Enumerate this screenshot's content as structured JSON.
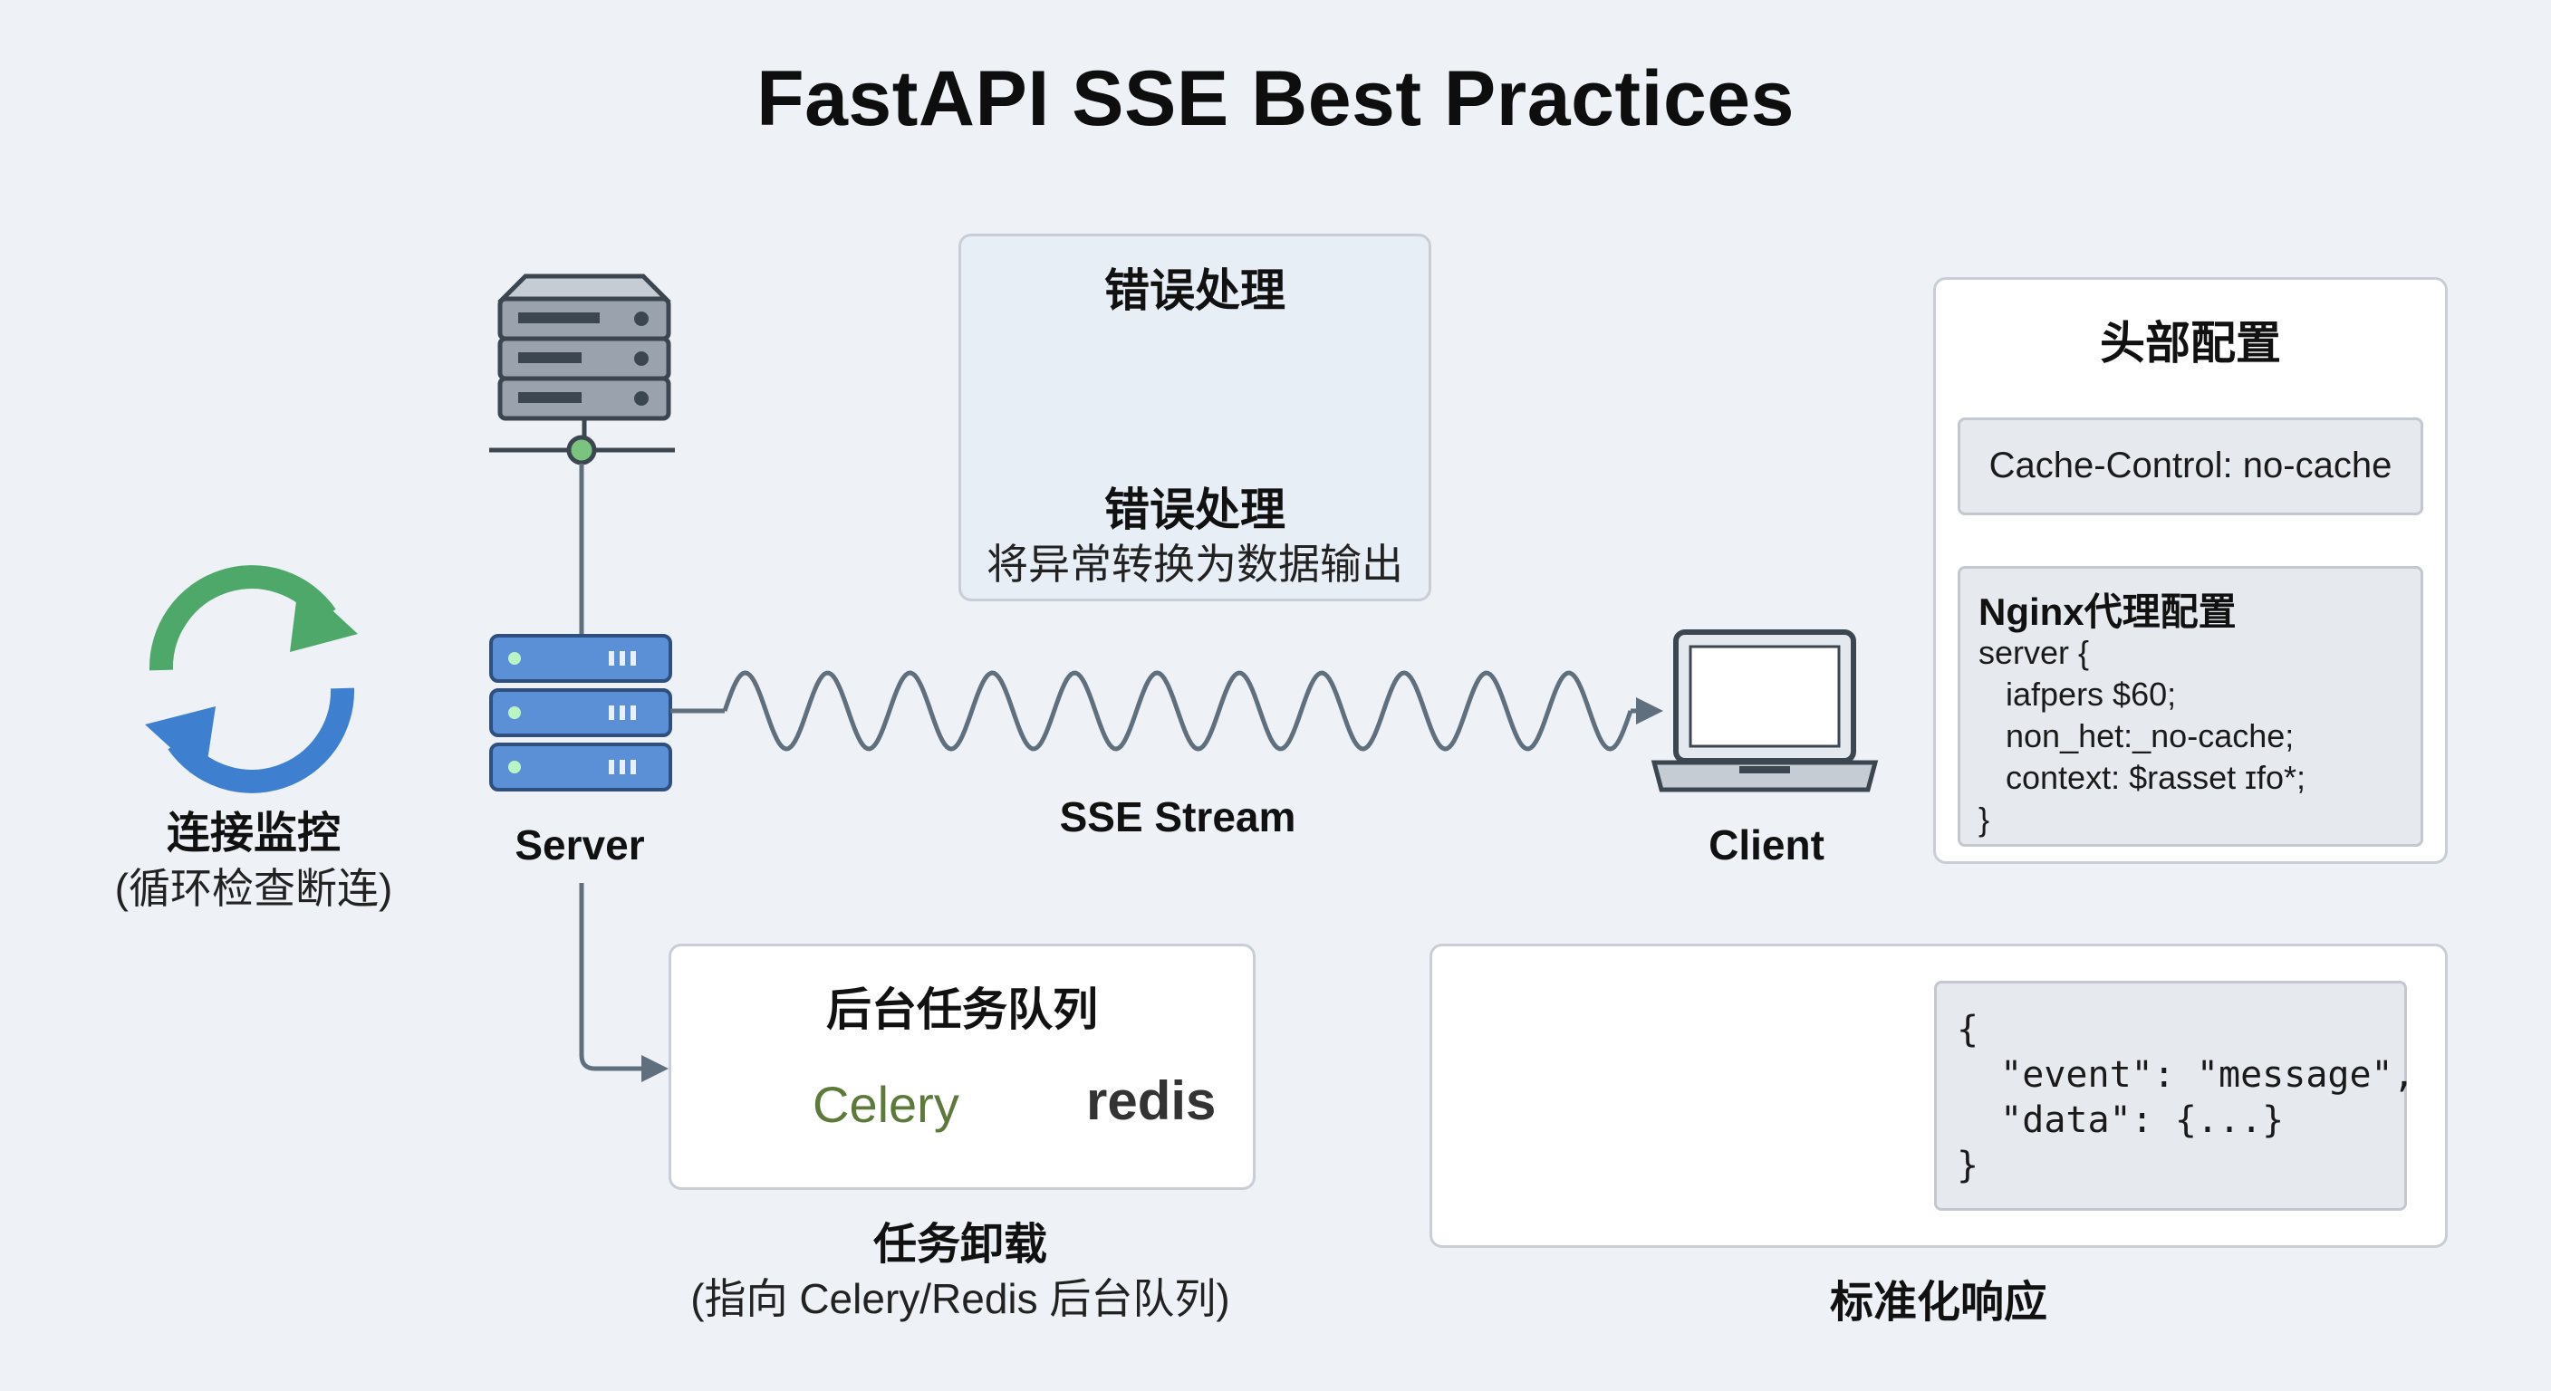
{
  "title": "FastAPI SSE Best Practices",
  "monitor": {
    "label": "连接监控",
    "sub": "(循环检查断连)"
  },
  "server": {
    "label": "Server"
  },
  "client": {
    "label": "Client"
  },
  "stream": {
    "label": "SSE Stream"
  },
  "error_card": {
    "heading": "错误处理",
    "heading2": "错误处理",
    "desc": "将异常转换为数据输出"
  },
  "headers_card": {
    "heading": "头部配置",
    "cache_control": "Cache-Control: no-cache",
    "nginx_title": "Nginx代理配置",
    "nginx_lines": [
      "server {",
      "   iafpers $60;",
      "   non_het:_no-cache;",
      "   context: $rasset ɪfo*;",
      "}"
    ]
  },
  "queue_card": {
    "heading": "后台任务队列",
    "celery": "Celery",
    "redis": "redis"
  },
  "offload": {
    "label": "任务卸载",
    "sub": "(指向 Celery/Redis 后台队列)"
  },
  "response_card": {
    "json_lines": [
      "{",
      "  \"event\": \"message\",",
      "  \"data\": {...}",
      "}"
    ],
    "label": "标准化响应"
  },
  "colors": {
    "server_blue": "#5b8fd6",
    "server_teal": "#2e7b80",
    "refresh_green": "#4ea86a",
    "refresh_blue": "#3f7fcf",
    "celery_green": "#7ab648",
    "redis_red": "#d33a32",
    "line_gray": "#5f6f7d"
  }
}
